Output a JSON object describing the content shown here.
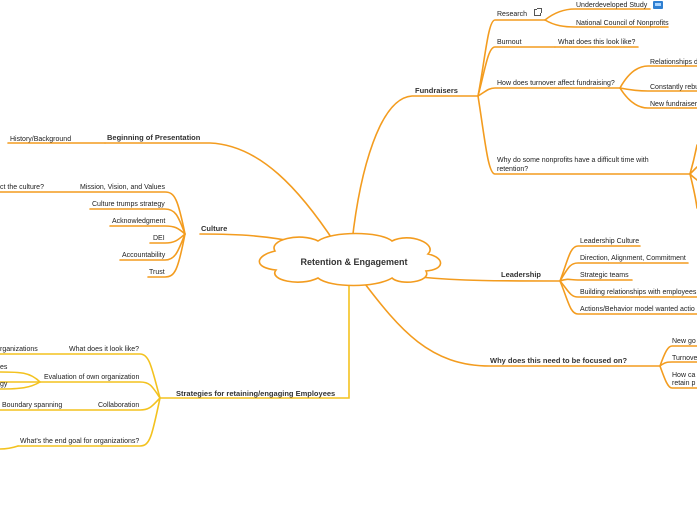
{
  "colors": {
    "orange": "#f39c1f",
    "yellow": "#f3c21f",
    "center_stroke": "#f39c1f"
  },
  "center": {
    "label": "Retention & Engagement"
  },
  "branches": {
    "fundraisers": {
      "label": "Fundraisers",
      "research": "Research",
      "research_underdeveloped": "Underdeveloped Study",
      "research_ncn": "National Council of Nonprofits",
      "burnout": "Burnout",
      "burnout_look": "What does this look like?",
      "turnover": "How does turnover affect fundraising?",
      "turnover_relationships": "Relationships d",
      "turnover_rebuild": "Constantly rebu",
      "turnover_new": "New fundraiser",
      "difficult": "Why do some nonprofits have a difficult time with retention?"
    },
    "beginning": {
      "label": "Beginning of Presentation",
      "history": "History/Background"
    },
    "culture": {
      "label": "Culture",
      "mission": "Mission, Vision, and Values",
      "mission_child": "ct the culture?",
      "strategy": "Culture trumps strategy",
      "acknowledgment": "Acknowledgment",
      "dei": "DEI",
      "accountability": "Accountability",
      "trust": "Trust"
    },
    "leadership": {
      "label": "Leadership",
      "culture": "Leadership Culture",
      "direction": "Direction, Alignment, Commitment",
      "teams": "Strategic teams",
      "relationships": "Building relationships with employees",
      "actions": "Actions/Behavior model wanted actio"
    },
    "focus": {
      "label": "Why does this need to be focused on?",
      "c1": "New go",
      "c2": "Turnove",
      "c3a": "How ca",
      "c3b": "retain p"
    },
    "strategies": {
      "label": "Strategies for retaining/engaging Employees",
      "look": "What does it look like?",
      "look_child": "rganizations",
      "eval": "Evaluation of own organization",
      "eval_c1": "es",
      "eval_c2": "gy",
      "collab": "Collaboration",
      "collab_child": "Boundary spanning",
      "end_goal": "What's the end goal for organizations?"
    }
  }
}
